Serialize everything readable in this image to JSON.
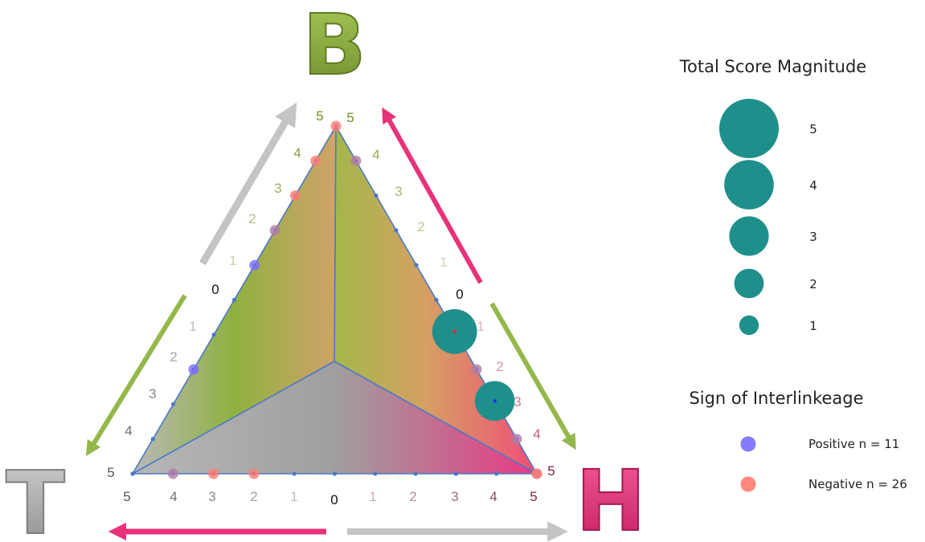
{
  "vertex_labels": {
    "top": "B",
    "left": "T",
    "right": "H"
  },
  "colors": {
    "b_green": "#8aab3c",
    "h_pink": "#e0347a",
    "t_gray": "#a8a8a8",
    "edge_blue": "#4a78c8",
    "marker_teal": "#1f8f8c",
    "positive": "#7a6cff",
    "negative": "#ff7a70",
    "arrow_gray": "#c4c4c4",
    "arrow_green": "#94b84a",
    "arrow_pink": "#e8327a"
  },
  "axis_labels": {
    "left_edge_outer": [
      "5",
      "4",
      "3",
      "2",
      "1",
      "0",
      "1",
      "2",
      "3",
      "4",
      "5"
    ],
    "right_edge_outer": [
      "5",
      "4",
      "3",
      "2",
      "1",
      "0",
      "1",
      "2",
      "3",
      "4",
      "5"
    ],
    "bottom_edge": [
      "5",
      "4",
      "3",
      "2",
      "1",
      "0",
      "1",
      "2",
      "3",
      "4",
      "5"
    ],
    "corner_top_left": "5",
    "corner_left": "5",
    "corner_right": "5"
  },
  "legend": {
    "size_title": "Total Score Magnitude",
    "sizes": [
      {
        "label": "5",
        "value": 5
      },
      {
        "label": "4",
        "value": 4
      },
      {
        "label": "3",
        "value": 3
      },
      {
        "label": "2",
        "value": 2
      },
      {
        "label": "1",
        "value": 1
      }
    ],
    "sign_title": "Sign of Interlinkeage",
    "signs": [
      {
        "label": "Positive n = 11",
        "key": "positive"
      },
      {
        "label": "Negative n = 26",
        "key": "negative"
      }
    ]
  },
  "interior_markers": [
    {
      "b": 1.8,
      "h": 2.6,
      "t": 0,
      "magnitude": 3.2,
      "center": "negative"
    },
    {
      "b": 0.9,
      "h": 3.4,
      "t": 0,
      "magnitude": 2.7,
      "center": "positive"
    }
  ],
  "edge_markers": [
    {
      "edge": "TB",
      "pos": 5,
      "sign": "negative"
    },
    {
      "edge": "TB",
      "pos": 4,
      "sign": "negative"
    },
    {
      "edge": "TB",
      "pos": 3,
      "sign": "negative"
    },
    {
      "edge": "TB",
      "pos": 2,
      "sign": "mixed"
    },
    {
      "edge": "TB",
      "pos": 1,
      "sign": "positive"
    },
    {
      "edge": "TB",
      "pos": -2,
      "sign": "positive"
    },
    {
      "edge": "BH",
      "pos": 4,
      "sign": "mixed"
    },
    {
      "edge": "BH",
      "pos": -2,
      "sign": "mixed"
    },
    {
      "edge": "BH",
      "pos": -3,
      "sign": "positive"
    },
    {
      "edge": "BH",
      "pos": -4,
      "sign": "mixed"
    },
    {
      "edge": "BH",
      "pos": -5,
      "sign": "mixed"
    },
    {
      "edge": "TH",
      "pos": -5,
      "sign": "negative"
    },
    {
      "edge": "TH",
      "pos": 2,
      "sign": "negative"
    },
    {
      "edge": "TH",
      "pos": 3,
      "sign": "negative"
    },
    {
      "edge": "TH",
      "pos": 4,
      "sign": "mixed"
    }
  ]
}
